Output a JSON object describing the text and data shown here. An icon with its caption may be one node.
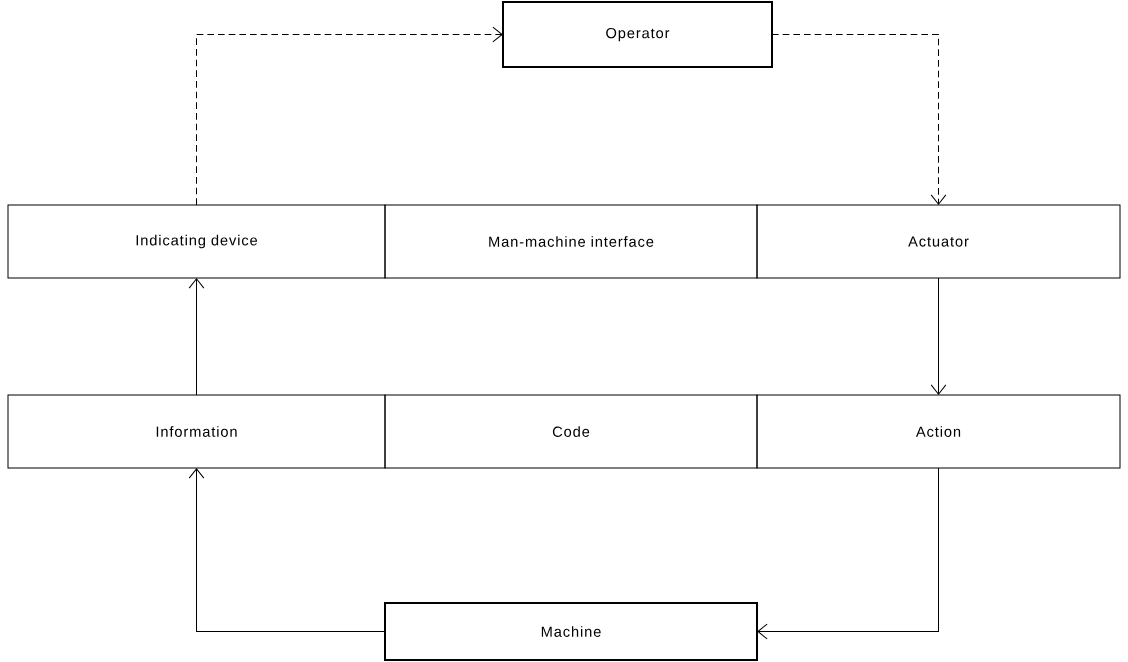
{
  "diagram": {
    "nodes": [
      {
        "text": [
          "Operator"
        ]
      },
      {
        "text": [
          "Indicating device"
        ]
      },
      {
        "text": [
          "Man-machine interface"
        ]
      },
      {
        "text": [
          "Actuator"
        ]
      },
      {
        "text": [
          "Information"
        ]
      },
      {
        "text": [
          "Code"
        ]
      },
      {
        "text": [
          "Action"
        ]
      },
      {
        "text": [
          "Machine"
        ]
      }
    ],
    "edges": [
      {
        "from": 1,
        "to": 0,
        "arrow": "to",
        "style": "dashed"
      },
      {
        "from": 0,
        "to": 3,
        "arrow": "to",
        "style": "dashed"
      },
      {
        "from": 3,
        "to": 6,
        "arrow": "to"
      },
      {
        "from": 4,
        "to": 1,
        "arrow": "to"
      },
      {
        "from": 6,
        "to": 7,
        "arrow": "to"
      },
      {
        "from": 7,
        "to": 4,
        "arrow": "to"
      }
    ]
  }
}
